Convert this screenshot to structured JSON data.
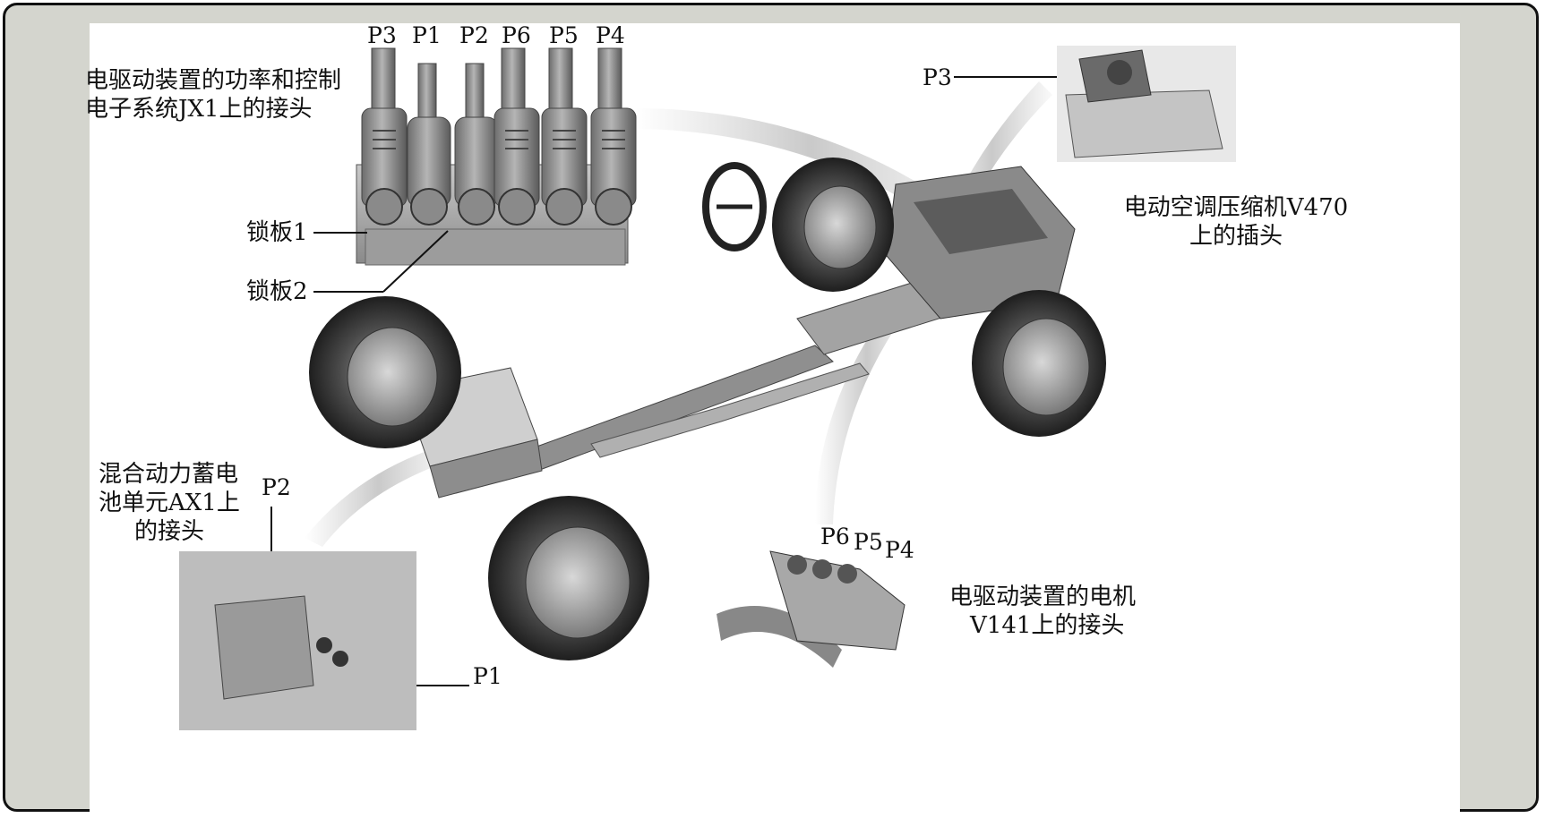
{
  "diagram": {
    "top_connector_labels": [
      "P3",
      "P1",
      "P2",
      "P6",
      "P5",
      "P4"
    ],
    "jx1_label_line1": "电驱动装置的功率和控制",
    "jx1_label_line2": "电子系统JX1上的接头",
    "lock_plate_1": "锁板1",
    "lock_plate_2": "锁板2",
    "ac_compressor_p": "P3",
    "ac_compressor_line1": "电动空调压缩机V470",
    "ac_compressor_line2": "上的插头",
    "battery_line1": "混合动力蓄电",
    "battery_line2": "池单元AX1上",
    "battery_line3": "的接头",
    "battery_p2": "P2",
    "battery_p1": "P1",
    "motor_p6": "P6",
    "motor_p5": "P5",
    "motor_p4": "P4",
    "motor_line1": "电驱动装置的电机",
    "motor_line2": "V141上的接头"
  }
}
